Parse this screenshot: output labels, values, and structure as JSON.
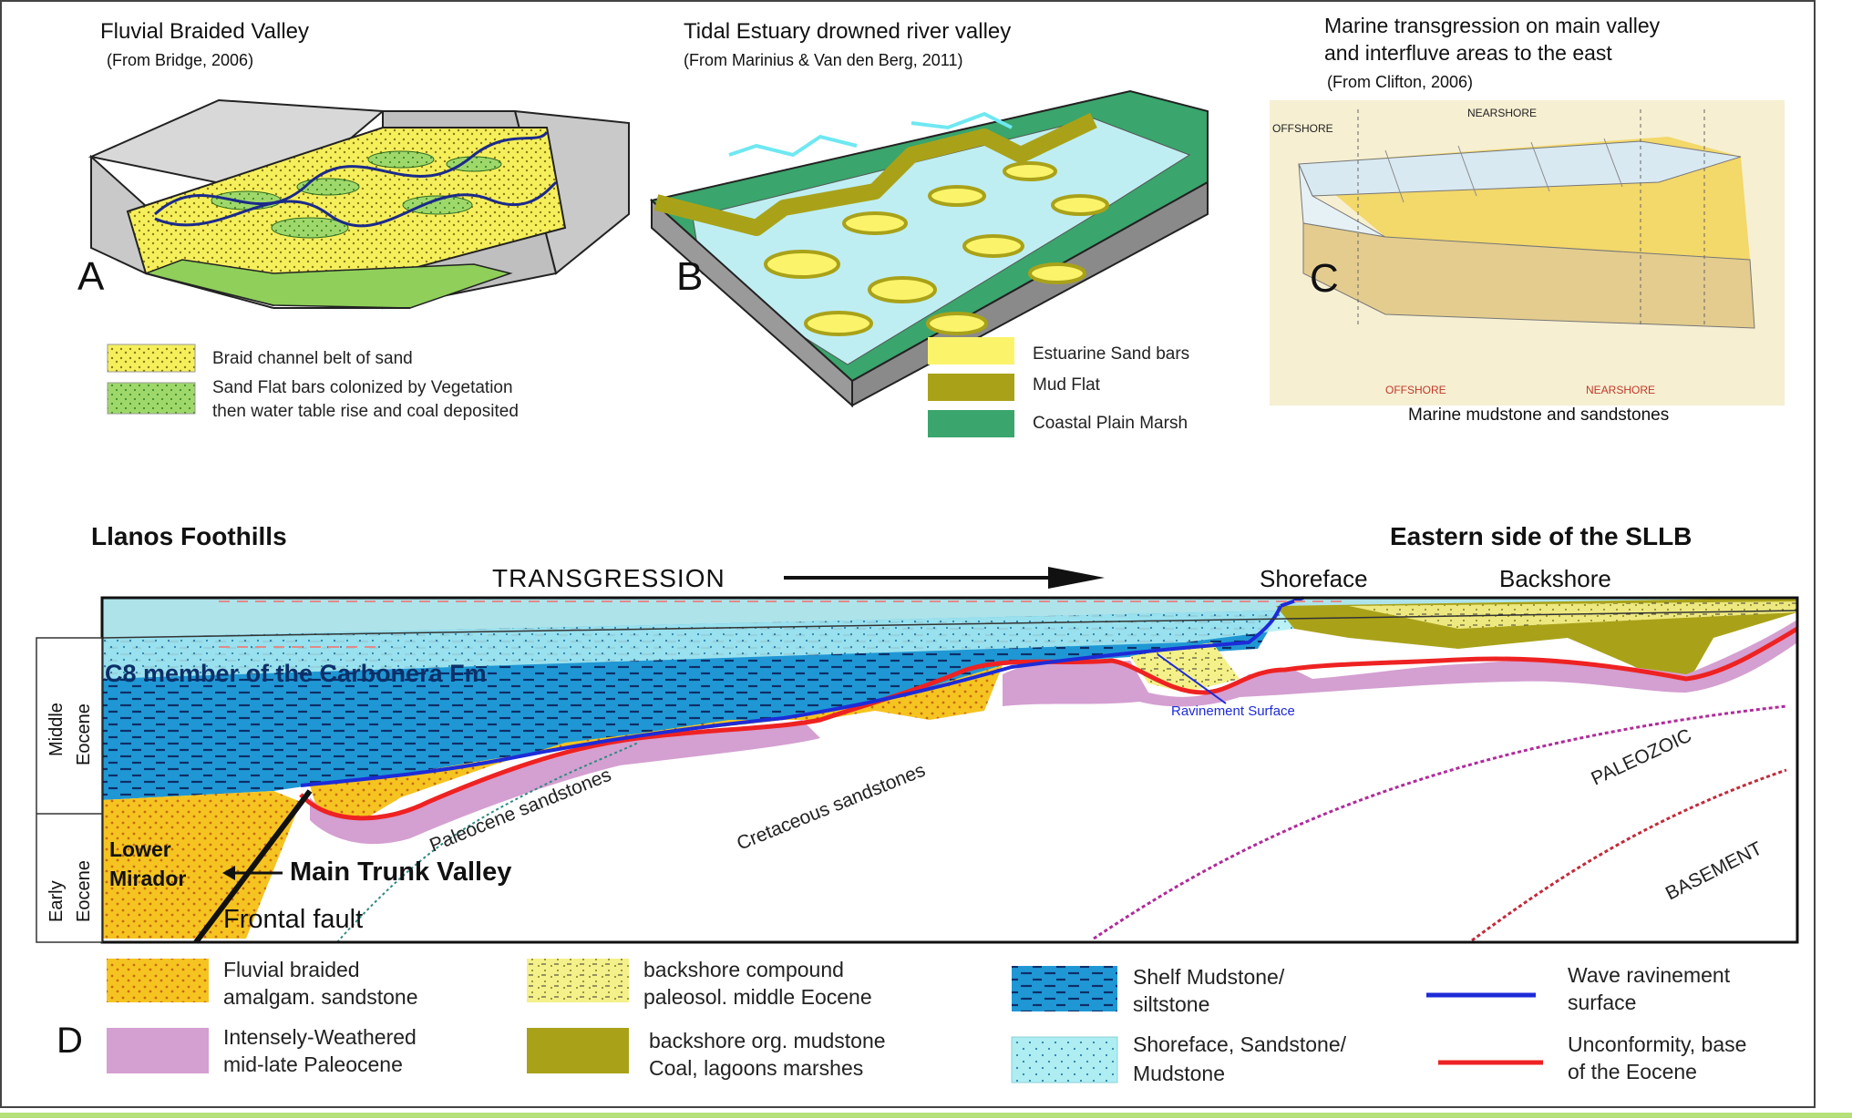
{
  "panels": {
    "a": {
      "letter": "A",
      "title": "Fluvial Braided Valley",
      "source": "(From Bridge, 2006)",
      "legend": [
        {
          "label": "Braid channel belt of sand",
          "color": "#f2ee5e"
        },
        {
          "label": "Sand Flat bars colonized by Vegetation",
          "label2": "then water table rise and coal deposited",
          "color": "#9fd86a"
        }
      ]
    },
    "b": {
      "letter": "B",
      "title": "Tidal Estuary drowned  river valley",
      "source": "(From Marinius & Van den Berg, 2011)",
      "legend": [
        {
          "label": "Estuarine Sand bars",
          "color": "#fbf46a"
        },
        {
          "label": "Mud Flat",
          "color": "#a9a219"
        },
        {
          "label": "Coastal Plain Marsh",
          "color": "#3aa56c"
        }
      ]
    },
    "c": {
      "letter": "C",
      "title": "Marine transgression on main valley",
      "title2": "and interfluve areas to the east",
      "source": "(From Clifton, 2006)",
      "offshore": "OFFSHORE",
      "nearshore": "NEARSHORE",
      "caption": "Marine mudstone and sandstones"
    },
    "d": {
      "letter": "D",
      "left_title": "Llanos Foothills",
      "right_title": "Eastern side of the SLLB",
      "transgression": "TRANSGRESSION",
      "shoreface": "Shoreface",
      "backshore": "Backshore",
      "c8_member": "C8 member of the Carbonera Fm",
      "ravinement": "Ravinement Surface",
      "paleocene": "Paleocene sandstones",
      "cretaceous": "Cretaceous sandstones",
      "paleozoic": "PALEOZOIC",
      "basement": "BASEMENT",
      "lower": "Lower",
      "mirador": "Mirador",
      "trunk_valley": "Main Trunk Valley",
      "frontal_fault": "Frontal fault",
      "age_middle": "Middle",
      "age_eocene_1": "Eocene",
      "age_early": "Early",
      "age_eocene_2": "Eocene"
    }
  },
  "legend_d": [
    {
      "line1": "Fluvial braided",
      "line2": "amalgam. sandstone",
      "color": "#f5c421"
    },
    {
      "line1": "backshore compound",
      "line2": "paleosol. middle Eocene",
      "color": "#f4f08a"
    },
    {
      "line1": "Shelf  Mudstone/",
      "line2": "siltstone",
      "color": "#1f97d4"
    },
    {
      "line1": "Wave ravinement",
      "line2": "surface",
      "color": "#1d2bd8"
    },
    {
      "line1": "Intensely-Weathered",
      "line2": "mid-late Paleocene",
      "color": "#d49fd1"
    },
    {
      "line1": "backshore org. mudstone",
      "line2": "Coal, lagoons marshes",
      "color": "#a9a219"
    },
    {
      "line1": "Shoreface, Sandstone/",
      "line2": "Mudstone",
      "color": "#aeeef2"
    },
    {
      "line1": "Unconformity, base",
      "line2": "of the Eocene",
      "color": "#ee2222"
    }
  ]
}
